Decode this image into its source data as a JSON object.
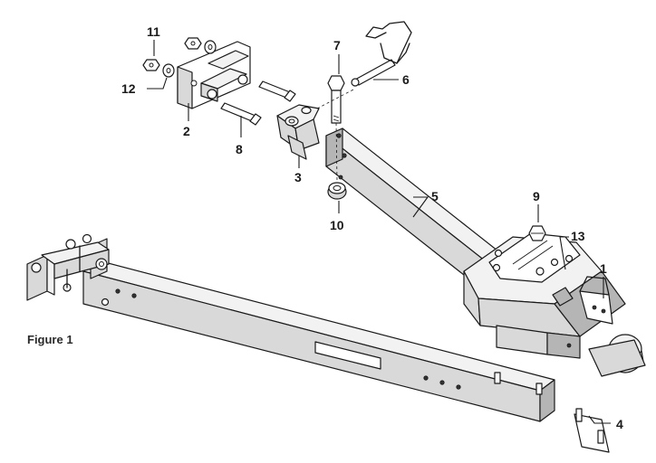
{
  "caption": "Figure 1",
  "callouts": {
    "c1": "1",
    "c2": "2",
    "c3": "3",
    "c4": "4",
    "c5": "5",
    "c6": "6",
    "c7": "7",
    "c8": "8",
    "c9": "9",
    "c10": "10",
    "c11": "11",
    "c12": "12",
    "c13": "13"
  }
}
